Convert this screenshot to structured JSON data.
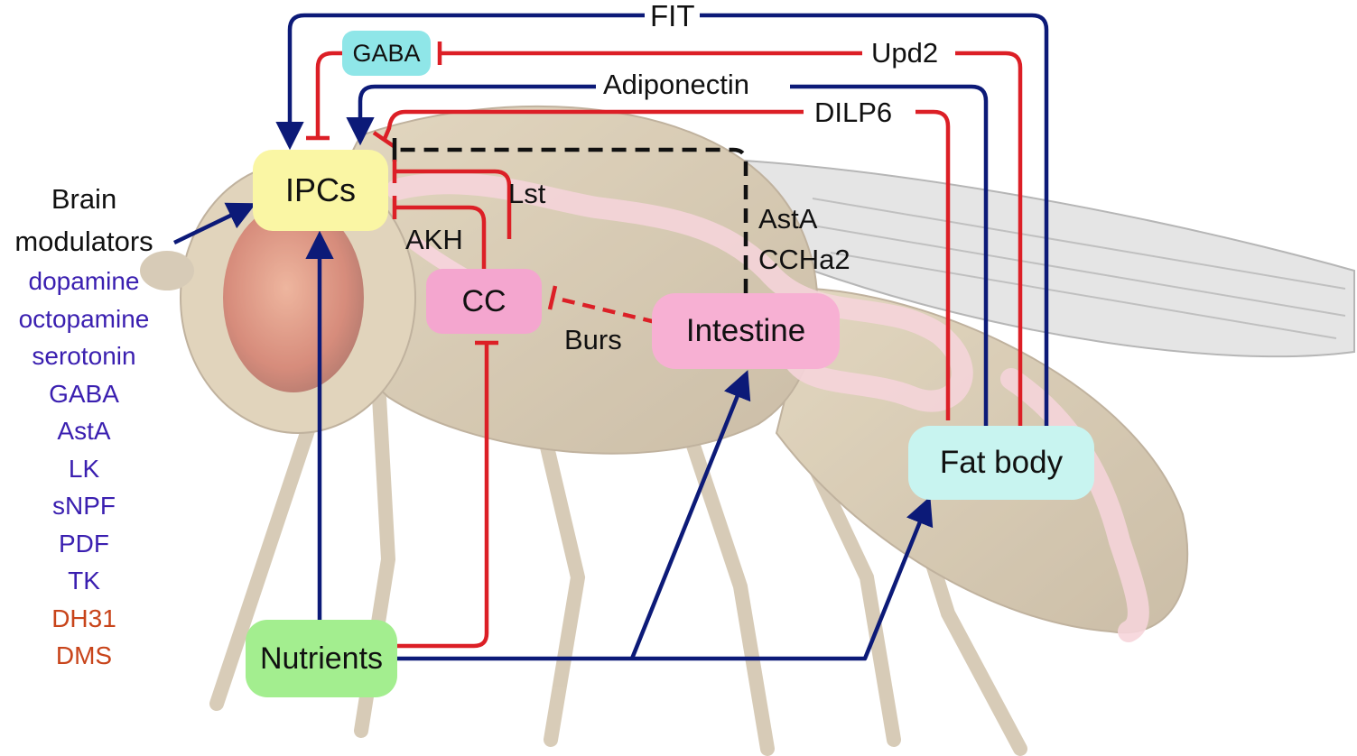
{
  "nodes": {
    "ipcs": "IPCs",
    "gaba": "GABA",
    "cc": "CC",
    "intestine": "Intestine",
    "fat_body": "Fat body",
    "nutrients": "Nutrients"
  },
  "signals": {
    "fit": "FIT",
    "upd2": "Upd2",
    "adiponectin": "Adiponectin",
    "dilp6": "DILP6",
    "lst": "Lst",
    "akh": "AKH",
    "asta": "AstA",
    "ccha2": "CCHa2",
    "burs": "Burs"
  },
  "brain_modulators": {
    "heading_line1": "Brain",
    "heading_line2": "modulators",
    "items": [
      {
        "label": "dopamine",
        "color": "#3a1fb0"
      },
      {
        "label": "octopamine",
        "color": "#3a1fb0"
      },
      {
        "label": "serotonin",
        "color": "#3a1fb0"
      },
      {
        "label": "GABA",
        "color": "#3a1fb0"
      },
      {
        "label": "AstA",
        "color": "#3a1fb0"
      },
      {
        "label": "LK",
        "color": "#3a1fb0"
      },
      {
        "label": "sNPF",
        "color": "#3a1fb0"
      },
      {
        "label": "PDF",
        "color": "#3a1fb0"
      },
      {
        "label": "TK",
        "color": "#3a1fb0"
      },
      {
        "label": "DH31",
        "color": "#c8441a"
      },
      {
        "label": "DMS",
        "color": "#c8441a"
      }
    ]
  },
  "colors": {
    "stimulate": "#0c1a78",
    "inhibit": "#dc1f26",
    "ipcs_fill": "#faf6a4",
    "gaba_fill": "#8fe6e8",
    "cc_fill": "#f4a6cf",
    "intestine_fill": "#f7b0d3",
    "fat_body_fill": "#c8f4f0",
    "nutrients_fill": "#a3ee8f"
  }
}
